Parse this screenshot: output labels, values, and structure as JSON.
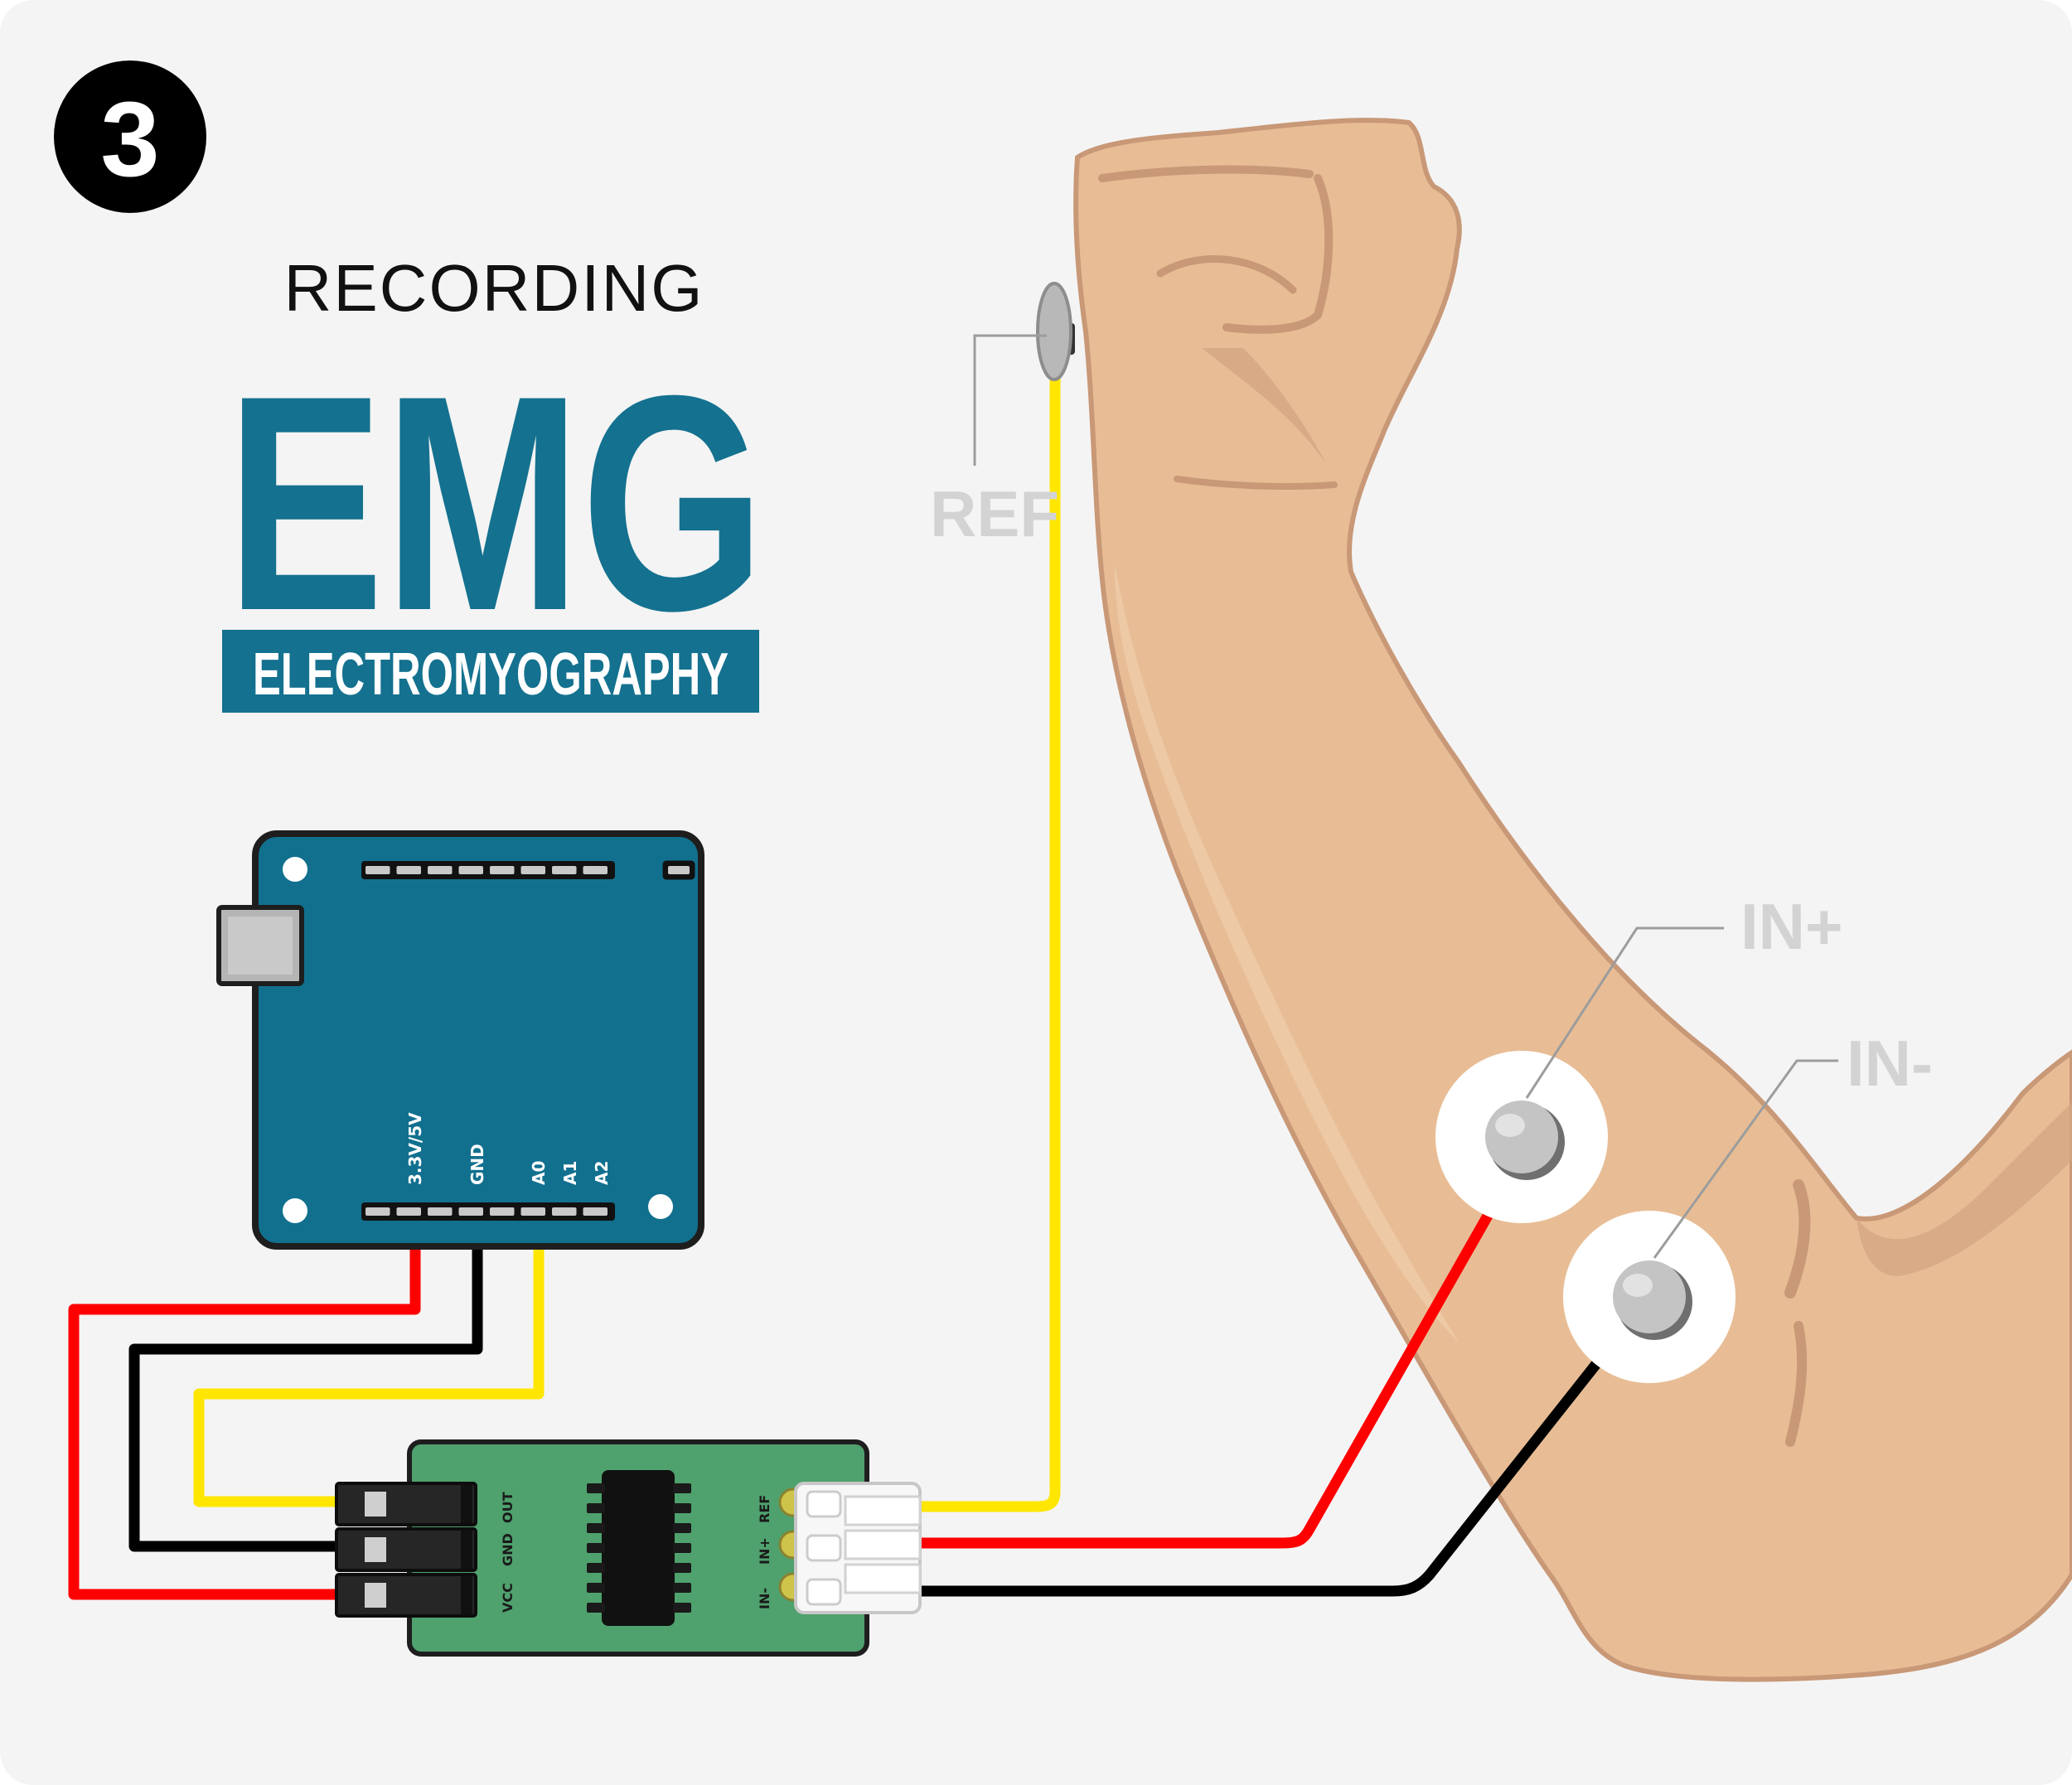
{
  "step": "3",
  "title": {
    "kicker": "RECORDING",
    "main": "EMG",
    "subtitle": "ELECTROMYOGRAPHY"
  },
  "callouts": {
    "ref": "REF",
    "in_plus": "IN+",
    "in_minus": "IN-"
  },
  "arduino": {
    "pins": [
      "3.3V/5V",
      "GND",
      "A0",
      "A1",
      "A2"
    ]
  },
  "sensor": {
    "left_pins": [
      "OUT",
      "GND",
      "VCC"
    ],
    "right_pins": [
      "REF",
      "IN+",
      "IN-"
    ]
  },
  "colors": {
    "background": "#f4f4f4",
    "brand_blue": "#14718f",
    "board_blue": "#12708f",
    "sensor_green": "#4fa16d",
    "skin": "#e8bd95",
    "skin_shadow": "#c89877",
    "wire_red": "#ff0000",
    "wire_black": "#000000",
    "wire_yellow": "#ffe600",
    "callout_gray": "#d3d3d3"
  },
  "icons": [
    "step-number-icon",
    "usb-port-icon",
    "ic-chip-icon",
    "electrode-icon"
  ]
}
